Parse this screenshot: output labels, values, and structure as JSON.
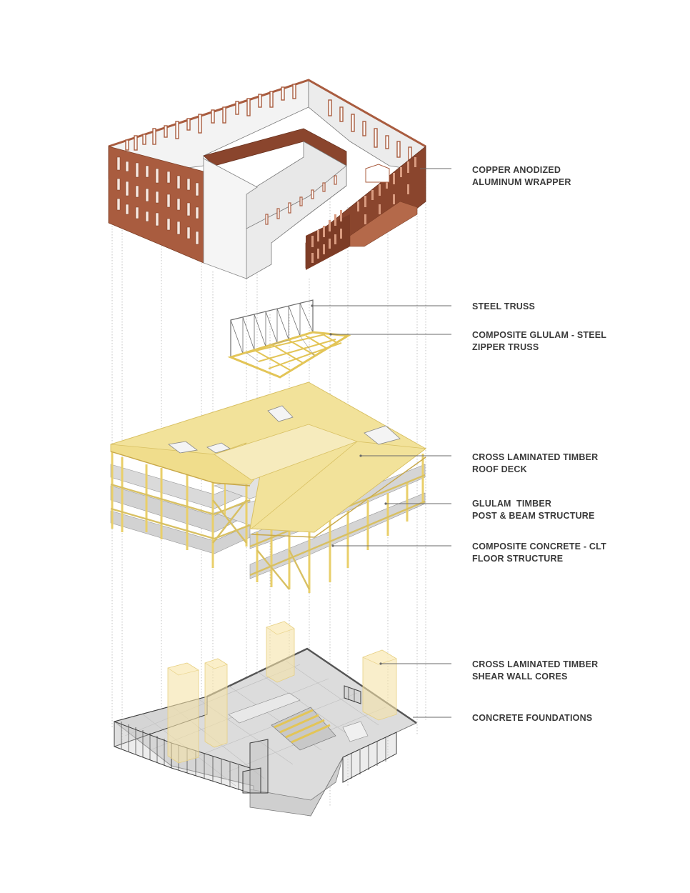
{
  "labels": {
    "copper_wrapper": {
      "line1": "COPPER ANODIZED",
      "line2": "ALUMINUM WRAPPER"
    },
    "steel_truss": {
      "line1": "STEEL TRUSS"
    },
    "zipper_truss": {
      "line1": "COMPOSITE GLULAM - STEEL",
      "line2": "ZIPPER TRUSS"
    },
    "clt_roof_deck": {
      "line1": "CROSS LAMINATED TIMBER",
      "line2": "ROOF DECK"
    },
    "glulam_structure": {
      "line1": "GLULAM  TIMBER",
      "line2": "POST & BEAM STRUCTURE"
    },
    "concrete_clt_floor": {
      "line1": "COMPOSITE CONCRETE - CLT",
      "line2": "FLOOR STRUCTURE"
    },
    "clt_shear_cores": {
      "line1": "CROSS LAMINATED TIMBER",
      "line2": "SHEAR WALL CORES"
    },
    "concrete_foundations": {
      "line1": "CONCRETE FOUNDATIONS"
    }
  },
  "colors": {
    "copper": "#a95c3f",
    "copper_dark": "#8a452d",
    "wall_light": "#ebebeb",
    "timber": "#f2e29a",
    "timber_edge": "#d8c063",
    "glulam": "#e9cf6a",
    "core": "#f5e3a8",
    "concrete": "#d6d6d6",
    "concrete_dark": "#a9a9a9",
    "leader": "#6a6a6a"
  }
}
